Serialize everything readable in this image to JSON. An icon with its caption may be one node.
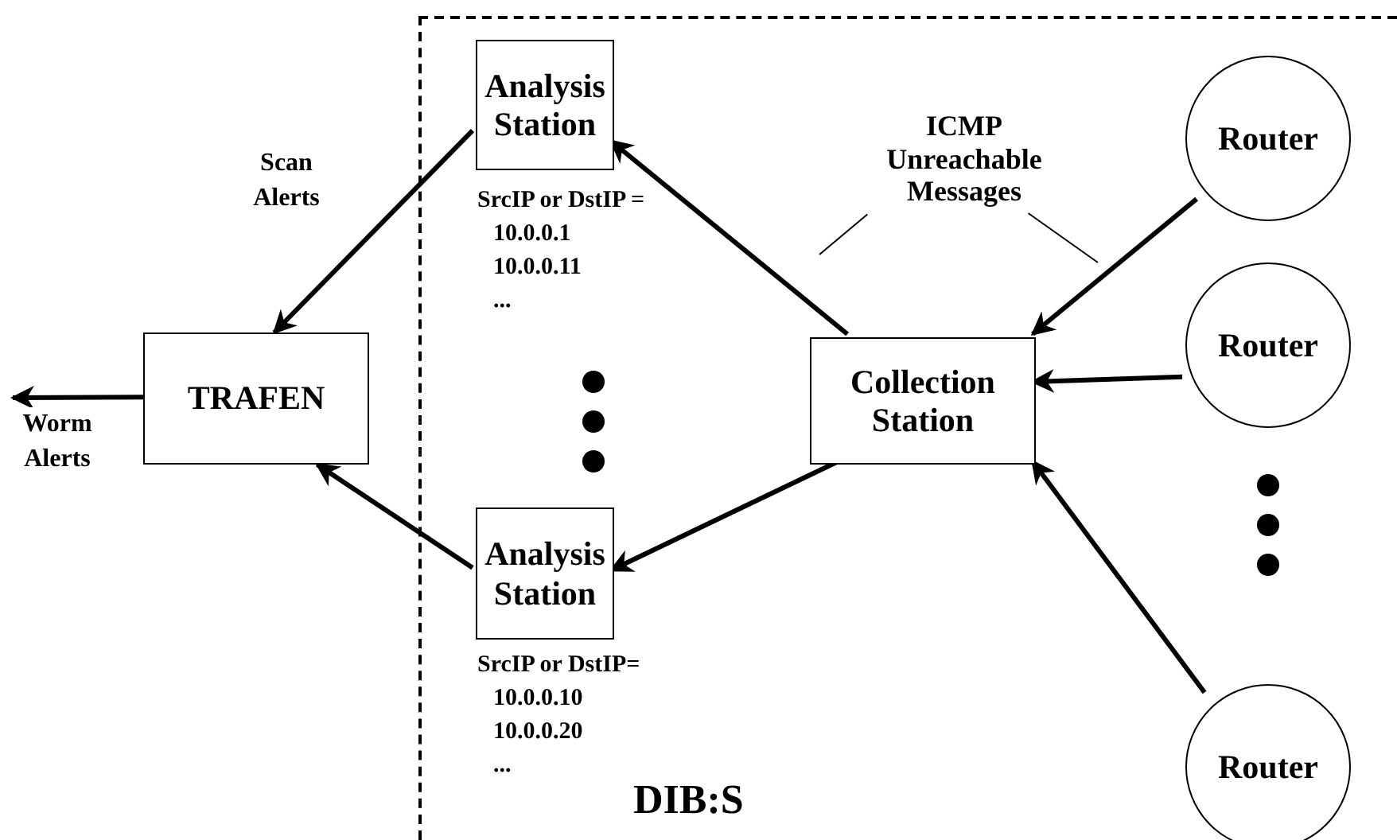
{
  "diagram": {
    "nodes": [
      {
        "text": [
          "DIB:S"
        ]
      },
      {
        "text": [
          "Analysis Station"
        ],
        "in": 0,
        "beside": [
          "SrcIP or DstIP =",
          "10.0.0.1",
          "10.0.0.11",
          "..."
        ]
      },
      {
        "text": [
          "ICMP Unreachable Messages"
        ],
        "in": 0
      },
      {
        "text": [
          "Router"
        ],
        "in": 0
      },
      {
        "text": [
          "TRAFEN"
        ]
      },
      {
        "text": [
          "Collection Station"
        ],
        "in": 0
      },
      {
        "text": [
          "Router"
        ],
        "in": 0
      },
      {
        "text": [
          "Analysis Station"
        ],
        "in": 0,
        "beside": [
          "SrcIP or DstIP=",
          "10.0.0.10",
          "10.0.0.20",
          "..."
        ]
      },
      {
        "text": [
          "Router"
        ],
        "in": 0
      }
    ],
    "edges": [
      {
        "from": 1,
        "to": 4,
        "arrow": "to",
        "label": "Scan Alerts"
      },
      {
        "from": 7,
        "to": 4,
        "arrow": "to"
      },
      {
        "from": 4,
        "to": null,
        "arrow": "to",
        "label": "Worm Alerts"
      },
      {
        "from": 5,
        "to": 1,
        "arrow": "to"
      },
      {
        "from": 5,
        "to": 7,
        "arrow": "to"
      },
      {
        "from": 3,
        "to": 5,
        "arrow": "to"
      },
      {
        "from": 6,
        "to": 5,
        "arrow": "to"
      },
      {
        "from": 8,
        "to": 5,
        "arrow": "to"
      },
      {
        "from": 2,
        "to": null,
        "arrow": "none"
      },
      {
        "from": 2,
        "to": null,
        "arrow": "none"
      }
    ]
  }
}
